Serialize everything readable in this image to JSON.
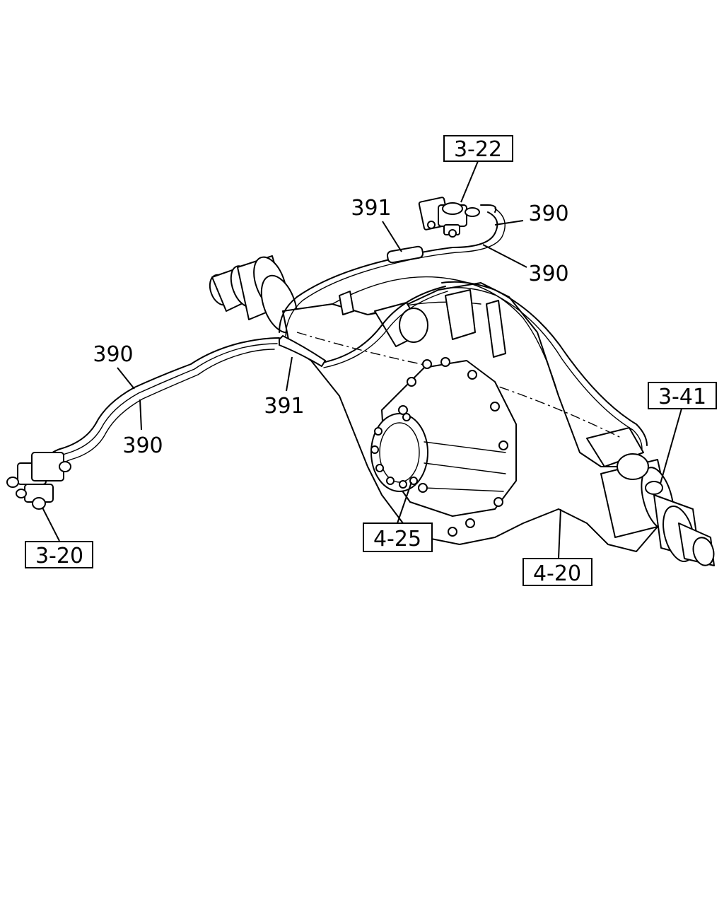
{
  "callouts": {
    "ref_3_22": "3-22",
    "ref_3_20": "3-20",
    "ref_3_41": "3-41",
    "ref_4_25": "4-25",
    "ref_4_20": "4-20"
  },
  "part_numbers": {
    "p391_top": "391",
    "p390_right_top": "390",
    "p390_right_bottom": "390",
    "p390_left_top": "390",
    "p390_left_bottom": "390",
    "p391_bottom": "391"
  }
}
